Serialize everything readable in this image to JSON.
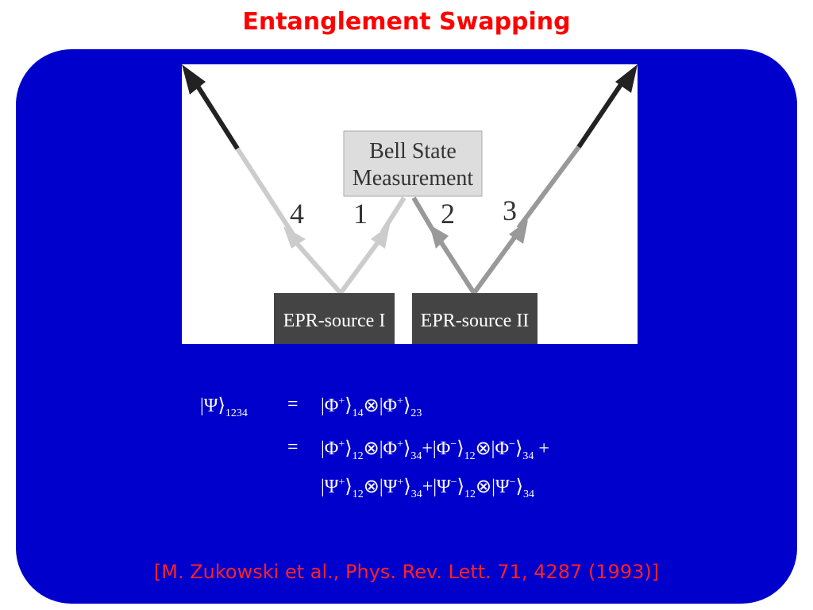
{
  "slide": {
    "title": "Entanglement Swapping",
    "reference": "[M. Zukowski et al., Phys. Rev. Lett. 71, 4287 (1993)]"
  },
  "figure": {
    "bsm_line1": "Bell State",
    "bsm_line2": "Measurement",
    "source1": "EPR-source I",
    "source2": "EPR-source II",
    "labels": [
      "4",
      "1",
      "2",
      "3"
    ]
  },
  "equation": {
    "lhs": "|Ψ⟩",
    "lhs_sub": "1234",
    "eq": "=",
    "line1": [
      {
        "t": "|Φ"
      },
      {
        "sup": "+"
      },
      {
        "t": "⟩"
      },
      {
        "sub": "14"
      },
      {
        "t": "⊗|Φ"
      },
      {
        "sup": "+"
      },
      {
        "t": "⟩"
      },
      {
        "sub": "23"
      }
    ],
    "line2": [
      {
        "t": "|Φ"
      },
      {
        "sup": "+"
      },
      {
        "t": "⟩"
      },
      {
        "sub": "12"
      },
      {
        "t": "⊗|Φ"
      },
      {
        "sup": "+"
      },
      {
        "t": "⟩"
      },
      {
        "sub": "34"
      },
      {
        "t": "+|Φ"
      },
      {
        "sup": "−"
      },
      {
        "t": "⟩"
      },
      {
        "sub": "12"
      },
      {
        "t": "⊗|Φ"
      },
      {
        "sup": "−"
      },
      {
        "t": "⟩"
      },
      {
        "sub": "34"
      },
      {
        "t": " +"
      }
    ],
    "line3": [
      {
        "t": "|Ψ"
      },
      {
        "sup": "+"
      },
      {
        "t": "⟩"
      },
      {
        "sub": "12"
      },
      {
        "t": "⊗|Ψ"
      },
      {
        "sup": "+"
      },
      {
        "t": "⟩"
      },
      {
        "sub": "34"
      },
      {
        "t": "+|Ψ"
      },
      {
        "sup": "−"
      },
      {
        "t": "⟩"
      },
      {
        "sub": "12"
      },
      {
        "t": "⊗|Ψ"
      },
      {
        "sup": "−"
      },
      {
        "t": "⟩"
      },
      {
        "sub": "34"
      }
    ]
  }
}
